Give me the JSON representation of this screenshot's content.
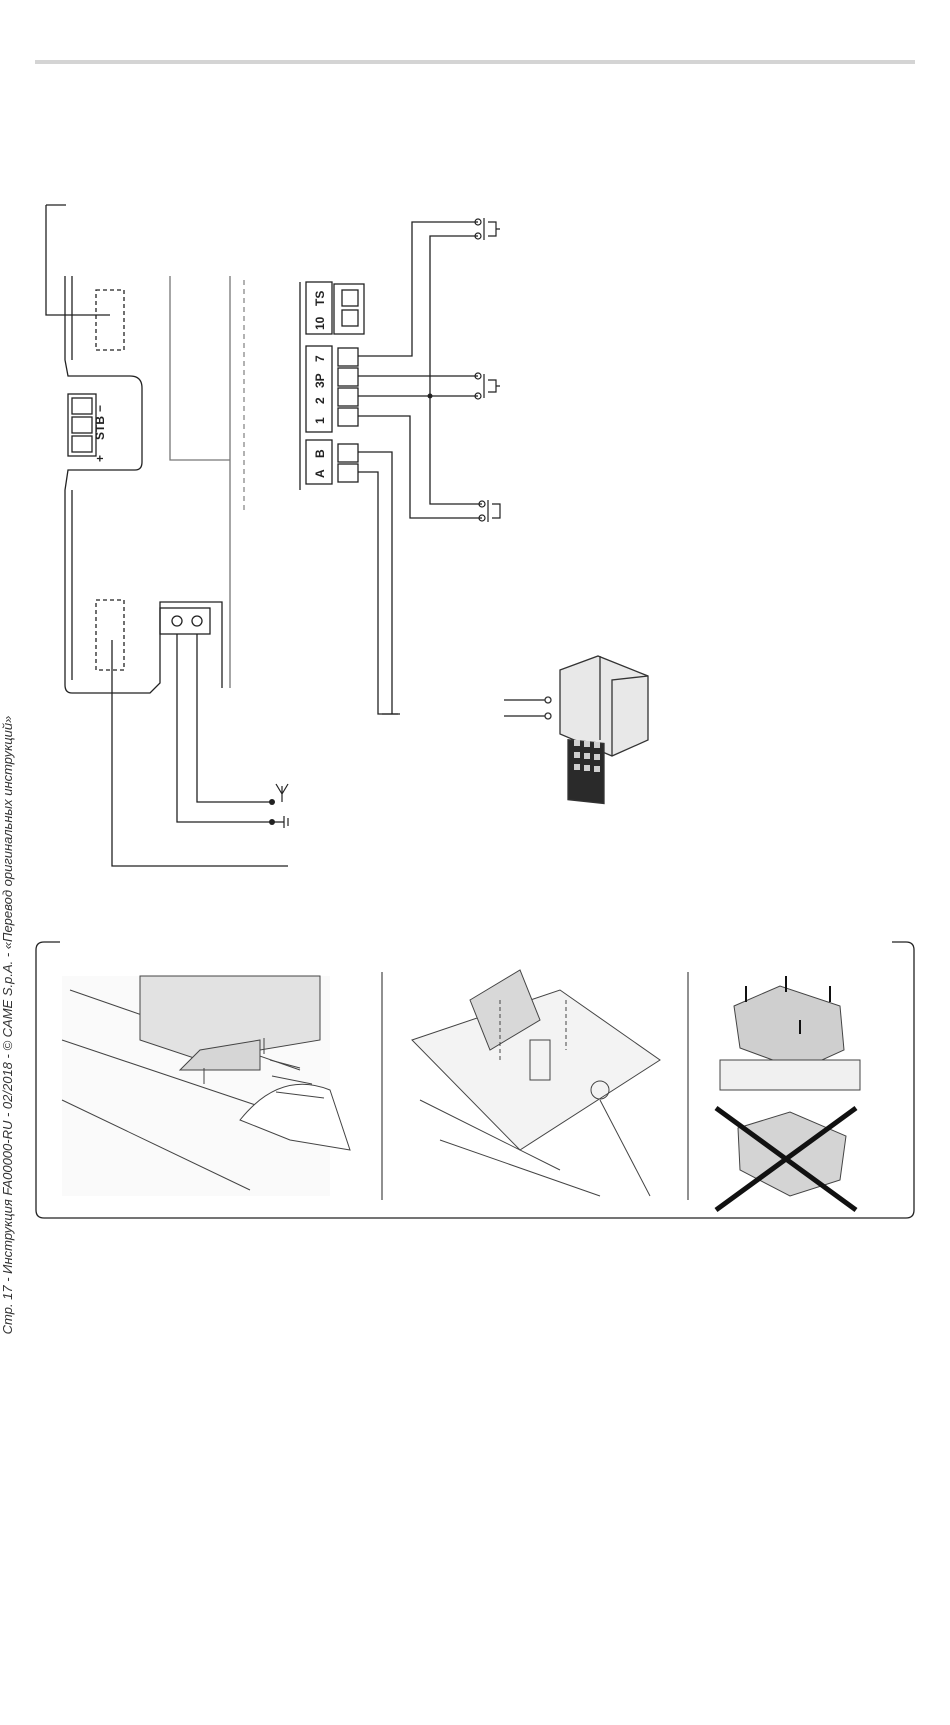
{
  "side_caption": "Стр. 17 - Инструкция FA00000-RU - 02/2018 - © CAME S.p.A. - «Перевод оригинальных инструкций»",
  "terminals": {
    "stb": [
      "+",
      "STB",
      "−"
    ],
    "row1": [
      "10",
      "TS"
    ],
    "row2": [
      "1",
      "2",
      "3P",
      "7"
    ],
    "row3": [
      "A",
      "B"
    ]
  },
  "icons": [
    "keypad-icon",
    "antenna-icon",
    "ground-icon",
    "push-button-icon"
  ]
}
